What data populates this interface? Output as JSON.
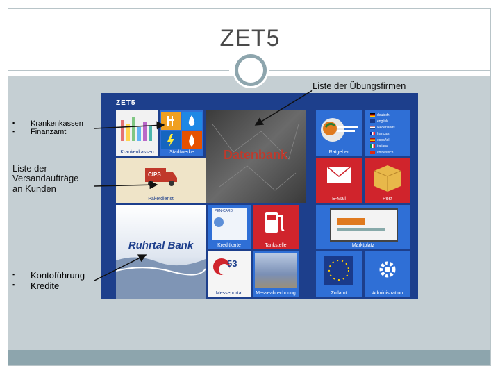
{
  "slide": {
    "title": "ZET5",
    "callout_top": "Liste der Übungsfirmen",
    "callout_mid": "Liste der Versandaufträge an Kunden",
    "bullets_top": [
      "Krankenkassen",
      "Finanzamt"
    ],
    "bullets_bottom": [
      "Kontoführung",
      "Kredite"
    ]
  },
  "app": {
    "logo": "ZET5",
    "tiles": {
      "krankenkassen": "Krankenkassen",
      "stadtwerke": "Stadtwerke",
      "datenbank": "Datenbank",
      "paketdienst": "Paketdienst",
      "cips": "CIPS",
      "ruhrtal_bank": "Ruhrtal Bank",
      "kreditkarte": "Kreditkarte",
      "pen_card": "PEN-CARD",
      "tankstelle": "Tankstelle",
      "messeportal": "Messeportal",
      "messe_number": "53",
      "messeabrechnung": "Messeabrechnung",
      "zollamt": "Zollamt",
      "administration": "Administration",
      "email": "E-Mail",
      "post": "Post",
      "marktplatz": "Marktplatz",
      "ratgeber": "Ratgeber",
      "languages": [
        "deutsch",
        "english",
        "Nederlands",
        "français",
        "español",
        "italiano",
        "chinesisch"
      ]
    }
  },
  "colors": {
    "app_background": "#1d3f8c",
    "band": "#c5cfd3",
    "accent": "#8da5ad",
    "datenbank_text": "#c0392b",
    "email_tile": "#d0242c",
    "post_tile": "#d0242c",
    "tankstelle_tile": "#d0242c",
    "administration_tile": "#2f6fd6"
  }
}
